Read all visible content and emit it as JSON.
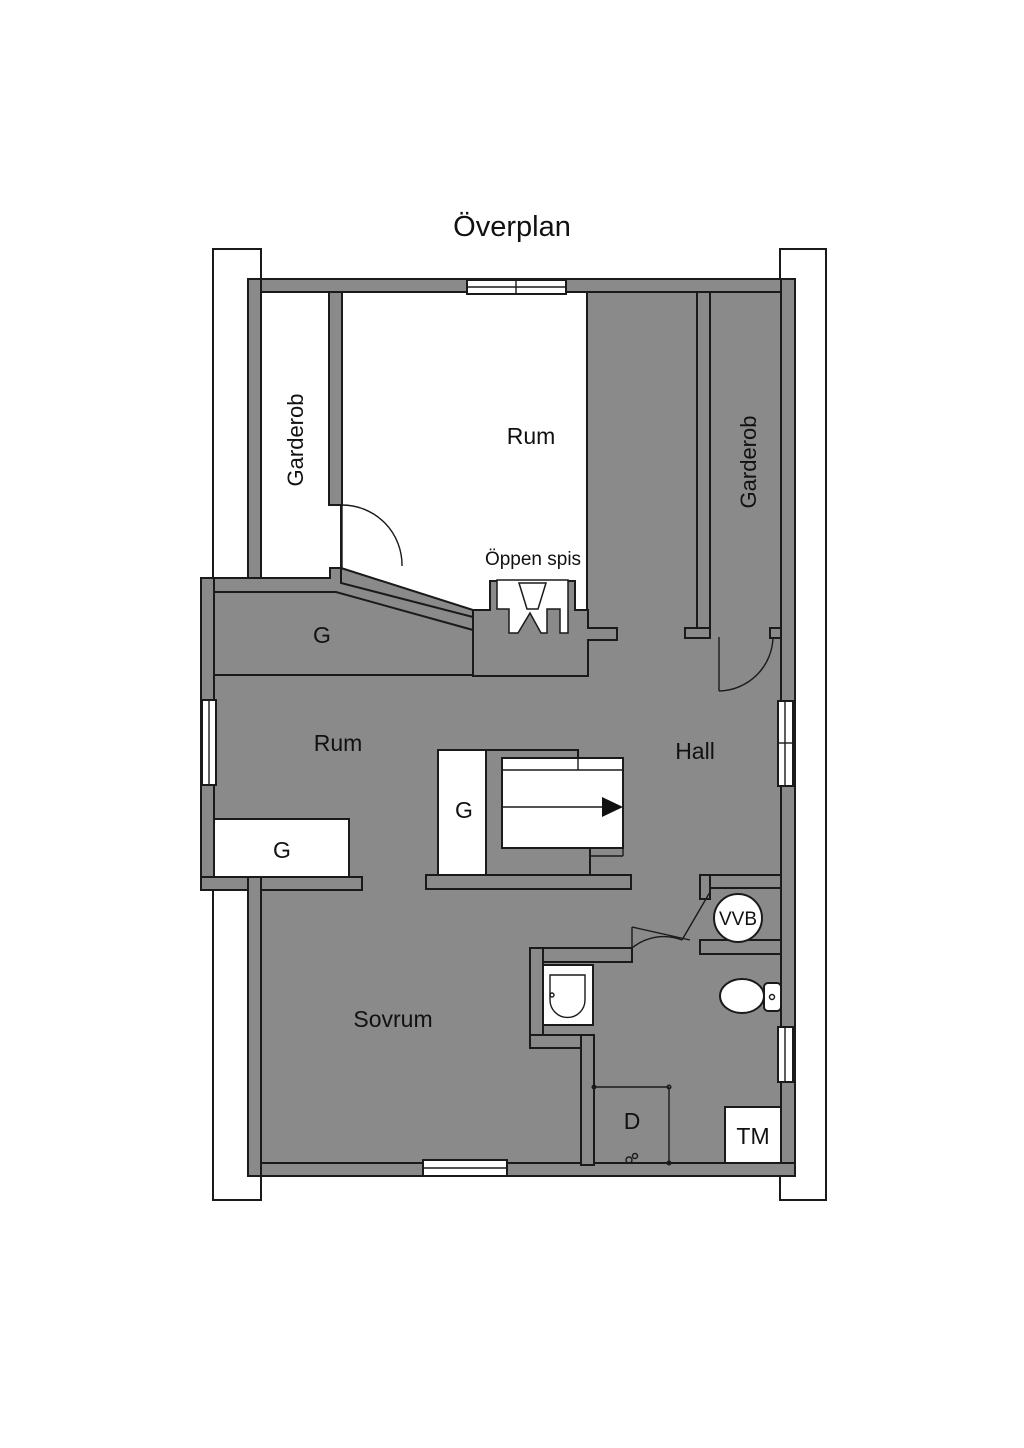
{
  "title": "Överplan",
  "rooms": {
    "garderob_left": "Garderob",
    "garderob_right": "Garderob",
    "rum_top": "Rum",
    "fireplace": "Öppen spis",
    "g_upper": "G",
    "rum_middle": "Rum",
    "hall": "Hall",
    "g_stair": "G",
    "g_lower": "G",
    "sovrum": "Sovrum",
    "vvb": "VVB",
    "d": "D",
    "tm": "TM"
  },
  "colors": {
    "wall": "#8a8a8a",
    "outline": "#1a1a1a",
    "background": "#ffffff"
  }
}
